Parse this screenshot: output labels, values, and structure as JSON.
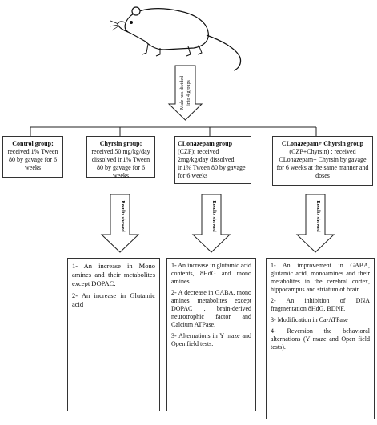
{
  "top_arrow_label": [
    "Male rats divided",
    "into 4 groups"
  ],
  "groups": [
    {
      "title": "Control group;",
      "body": "received 1% Tween 80 by gavage for 6 weeks"
    },
    {
      "title": "Chyrsin group;",
      "body": "received 50 mg/kg/day dissolved in1% Tween 80 by gavage for 6 weeks"
    },
    {
      "title": "CLonazepam group",
      "body": "(CZP); received 2mg/kg/day dissolved in1% Tween 80 by gavage for 6 weeks"
    },
    {
      "title": "CLonazepam+ Chyrsin group",
      "body": "(CZP+Chyrsin) ; received CLonazepam+ Chyrsin by gavage for 6 weeks at the same manner and doses"
    }
  ],
  "results_label": "Results showed",
  "results": [
    [
      "1- An increase in Mono amines and their metabolites except DOPAC.",
      "2- An increase in Glutamic acid"
    ],
    [
      "1- An increase in glutamic acid contents, 8HdG and mono amines.",
      "2- A decrease in GABA, mono amines metabolites except DOPAC , brain-derived neurotrophic factor and Calcium ATPase.",
      "3- Alternations in Y maze and Open field tests."
    ],
    [
      "1- An improvement in GABA, glutamic acid, monoamines and their metabolites in the cerebral cortex, hippocampus and striatum of brain.",
      "2- An inhibition of DNA fragmentation 8HdG, BDNF.",
      "3- Modification in Ca-ATPase",
      "4- Reversion the behavioral alternations (Y maze and Open field tests)."
    ]
  ]
}
